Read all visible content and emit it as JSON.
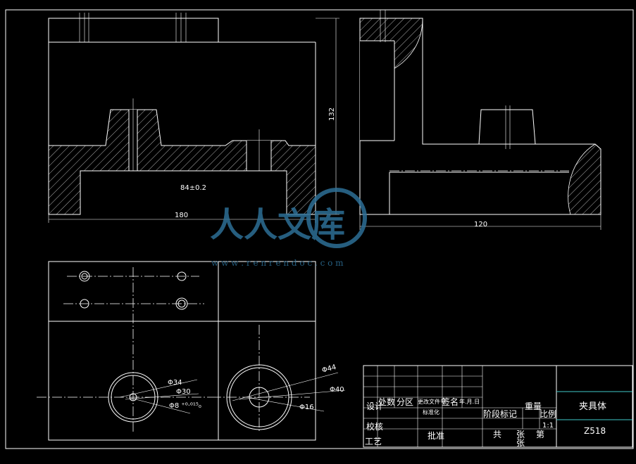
{
  "dimensions": {
    "center_distance": "84±0.2",
    "front_width": "180",
    "front_height": "132",
    "side_width": "120",
    "dia_34": "Φ34",
    "dia_30": "Φ30",
    "dia_8_tol": "Φ8 ⁺⁰·⁰¹⁵₀",
    "dia_44": "Φ44",
    "dia_40": "Φ40",
    "dia_16": "Φ16"
  },
  "title_block": {
    "part_name": "夹具体",
    "drawing_number": "Z518",
    "col_processing": "处数",
    "col_zone": "分区",
    "col_change_doc": "更改文件号",
    "col_signature": "签名",
    "col_date": "年.月.日",
    "row_design": "设计",
    "row_check": "校核",
    "row_process": "工艺",
    "row_standard": "标准化",
    "row_approve": "批准",
    "stage_mark": "阶段标记",
    "weight": "重量",
    "scale_label": "比例",
    "scale_value": "1:1",
    "total": "共",
    "sheet": "张",
    "page": "第",
    "sheet2": "张"
  },
  "watermark": {
    "brand": "人人文库",
    "url": "w w w . r e n r e n d o c . c o m"
  }
}
